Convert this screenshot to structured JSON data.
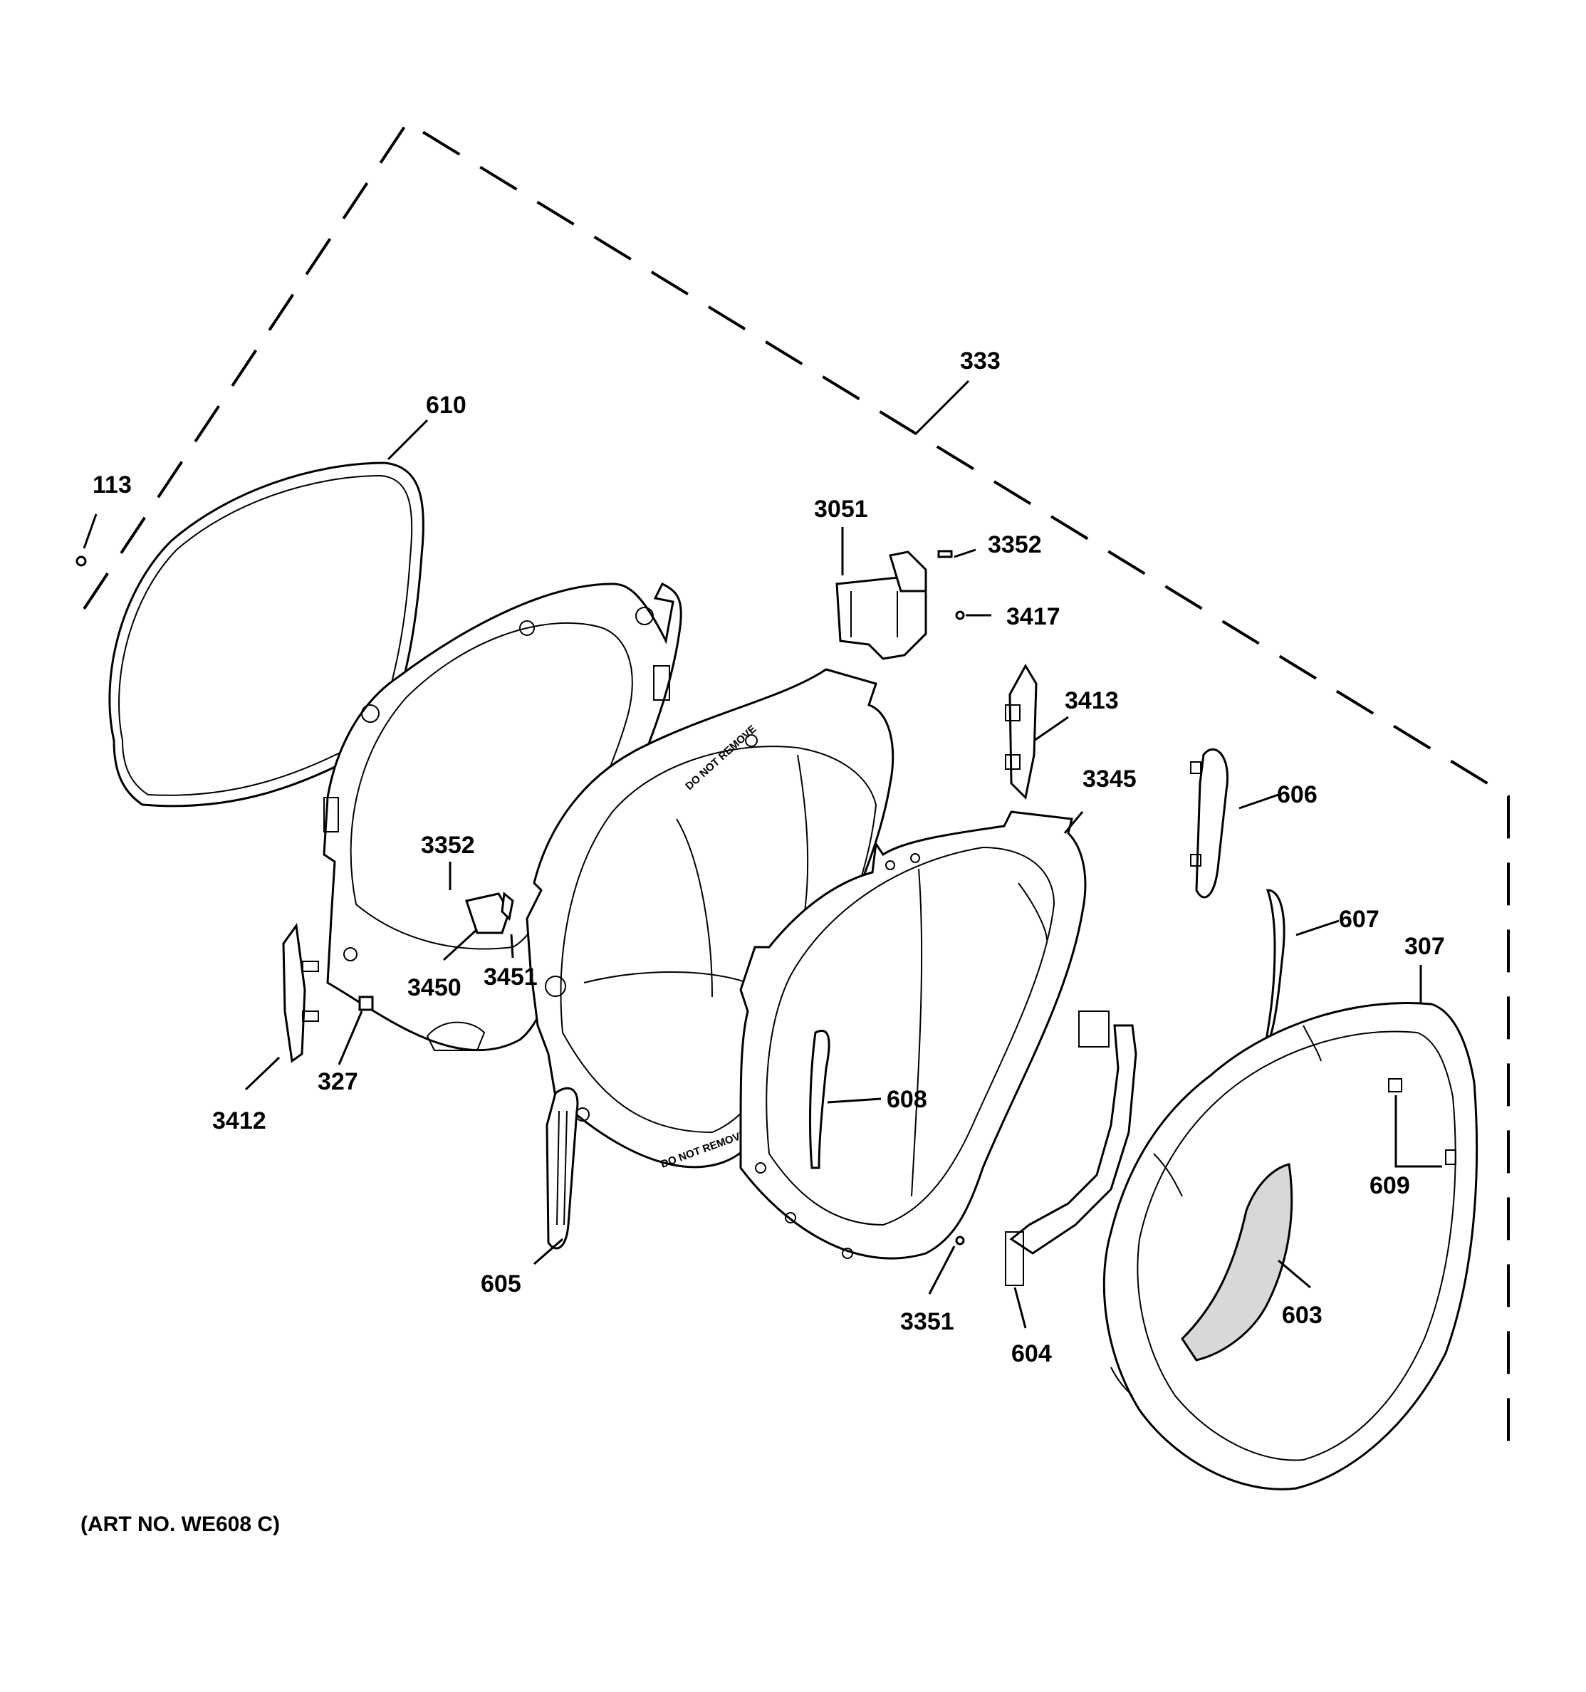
{
  "callouts": {
    "c113": "113",
    "c610": "610",
    "c333": "333",
    "c3051": "3051",
    "c3352a": "3352",
    "c3417": "3417",
    "c3413": "3413",
    "c3345": "3345",
    "c606": "606",
    "c607": "607",
    "c307": "307",
    "c3352b": "3352",
    "c3450": "3450",
    "c3451": "3451",
    "c327": "327",
    "c3412": "3412",
    "c608": "608",
    "c609": "609",
    "c605": "605",
    "c3351": "3351",
    "c604": "604",
    "c603": "603"
  },
  "stamps": {
    "do_not_remove_1": "DO NOT REMOVE",
    "do_not_remove_2": "DO NOT REMOVE"
  },
  "art_number": "(ART NO. WE608 C)"
}
